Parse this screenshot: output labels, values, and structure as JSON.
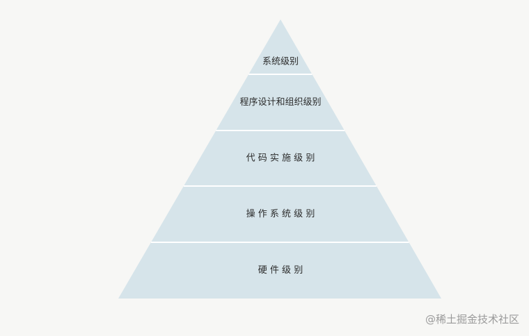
{
  "diagram": {
    "type": "pyramid",
    "fill_color": "#d6e4ea",
    "separator_color": "#ffffff",
    "text_color": "#2b2b2b",
    "tiers": [
      {
        "id": "system",
        "label": "系统级别"
      },
      {
        "id": "design",
        "label": "程序设计和组织级别"
      },
      {
        "id": "code",
        "label": "代 码 实 施 级 别"
      },
      {
        "id": "os",
        "label": "操 作 系 统 级 别"
      },
      {
        "id": "hardware",
        "label": "硬 件 级 别"
      }
    ]
  },
  "watermark": {
    "text": "@稀土掘金技术社区"
  }
}
